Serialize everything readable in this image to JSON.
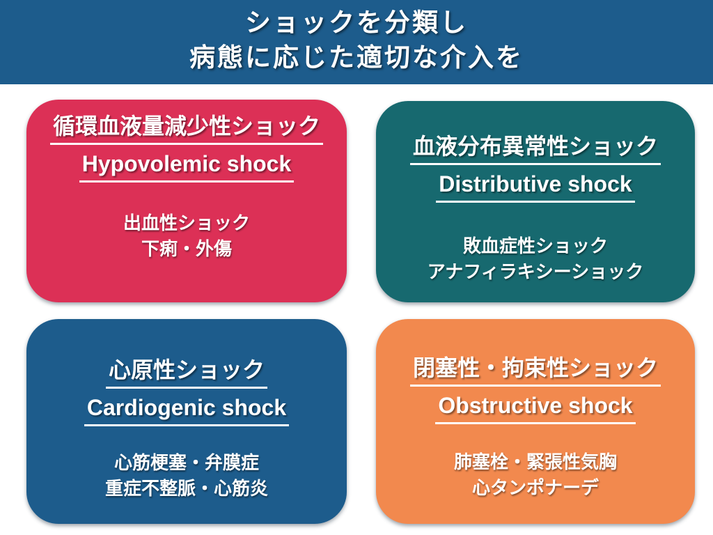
{
  "header": {
    "title_line1": "ショックを分類し",
    "title_line2": "病態に応じた適切な介入を",
    "bg_color": "#1D5C8C",
    "text_color": "#FFFFFF"
  },
  "cards": [
    {
      "name": "hypovolemic-shock",
      "bg_color": "#DC3056",
      "title_ja": "循環血液量減少性ショック",
      "title_en": "Hypovolemic shock",
      "examples": [
        "出血性ショック",
        "下痢・外傷"
      ]
    },
    {
      "name": "distributive-shock",
      "bg_color": "#17696F",
      "title_ja": "血液分布異常性ショック",
      "title_en": "Distributive shock",
      "examples": [
        "敗血症性ショック",
        "アナフィラキシーショック"
      ]
    },
    {
      "name": "cardiogenic-shock",
      "bg_color": "#1D5C8C",
      "title_ja": "心原性ショック",
      "title_en": "Cardiogenic shock",
      "examples": [
        "心筋梗塞・弁膜症",
        "重症不整脈・心筋炎"
      ]
    },
    {
      "name": "obstructive-shock",
      "bg_color": "#F2894E",
      "title_ja": "閉塞性・拘束性ショック",
      "title_en": "Obstructive shock",
      "examples": [
        "肺塞栓・緊張性気胸",
        "心タンポナーデ"
      ]
    }
  ]
}
